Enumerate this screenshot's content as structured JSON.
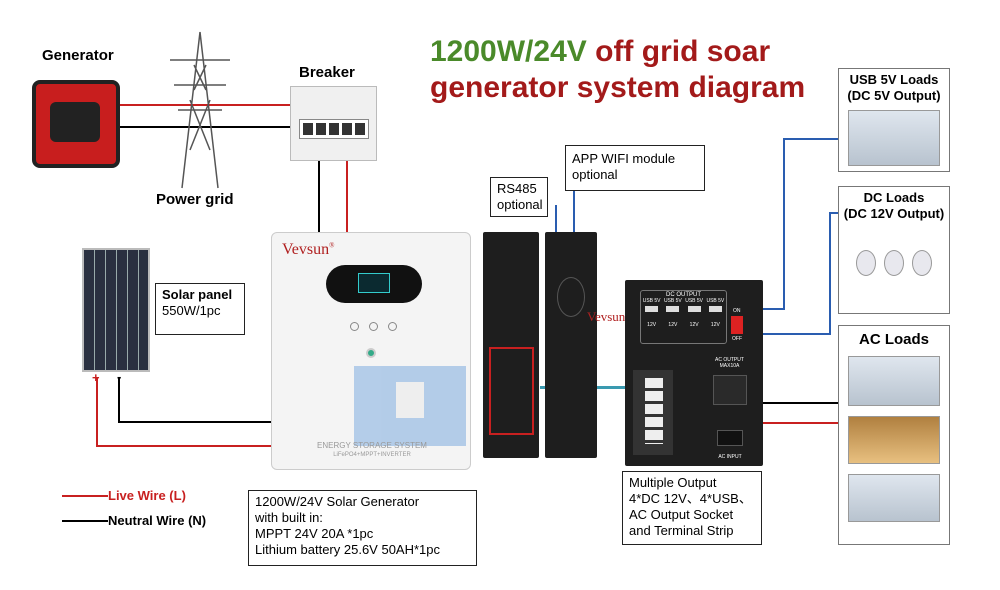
{
  "title": {
    "part1": "1200W/24V",
    "part2": " off grid soar",
    "line2": "generator system diagram"
  },
  "labels": {
    "generator": "Generator",
    "power_grid": "Power grid",
    "breaker": "Breaker"
  },
  "solar": {
    "title": "Solar panel",
    "spec": "550W/1pc",
    "plus": "+",
    "minus": "-"
  },
  "unit": {
    "brand": "Vevsun",
    "reg": "®",
    "system": "ENERGY STORAGE SYSTEM",
    "subtitle": "LiFePO4+MPPT+INVERTER"
  },
  "info": {
    "lines": [
      "1200W/24V Solar Generator",
      "with built in:",
      "MPPT 24V 20A *1pc",
      "Lithium battery 25.6V 50AH*1pc"
    ]
  },
  "rs485": {
    "lines": [
      "RS485",
      "optional"
    ]
  },
  "wifi": {
    "lines": [
      "APP WIFI module",
      "optional"
    ]
  },
  "output_panel": {
    "dc_output": "DC OUTPUT",
    "usb": [
      "USB 5V",
      "USB 5V",
      "USB 5V",
      "USB 5V"
    ],
    "dc12": [
      "12V",
      "12V",
      "12V",
      "12V"
    ],
    "on": "ON",
    "off": "OFF",
    "ac_output": "AC OUTPUT MAX10A",
    "ac_input": "AC INPUT"
  },
  "multi_output": {
    "lines": [
      "Multiple Output",
      "4*DC 12V、4*USB、",
      "AC Output Socket",
      "and Terminal Strip"
    ]
  },
  "loads": {
    "usb": [
      "USB 5V Loads",
      "(DC 5V Output)"
    ],
    "dc": [
      "DC Loads",
      "(DC 12V Output)"
    ],
    "ac": "AC Loads"
  },
  "legend": {
    "live": "Live Wire (L)",
    "neutral": "Neutral Wire (N)"
  },
  "colors": {
    "live": "#c82020",
    "neutral": "#000000",
    "signal": "#2a5db0",
    "title_green": "#4a8a2a",
    "title_red": "#a31a1a"
  }
}
